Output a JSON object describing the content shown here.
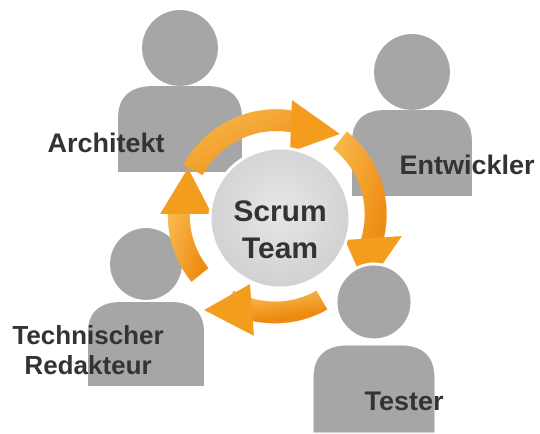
{
  "center": {
    "line1": "Scrum",
    "line2": "Team"
  },
  "roles": {
    "architekt": "Architekt",
    "entwickler": "Entwickler",
    "tester": "Tester",
    "redakteur_line1": "Technischer",
    "redakteur_line2": "Redakteur"
  },
  "colors": {
    "person": "#a6a6a6",
    "center_fill": "#d9d9d9",
    "arrow": "#f39c1d",
    "arrow_light": "#f7b64a",
    "text": "#333333"
  },
  "icons": {
    "person": "person-silhouette-icon",
    "cycle": "cycle-arrows-icon"
  }
}
